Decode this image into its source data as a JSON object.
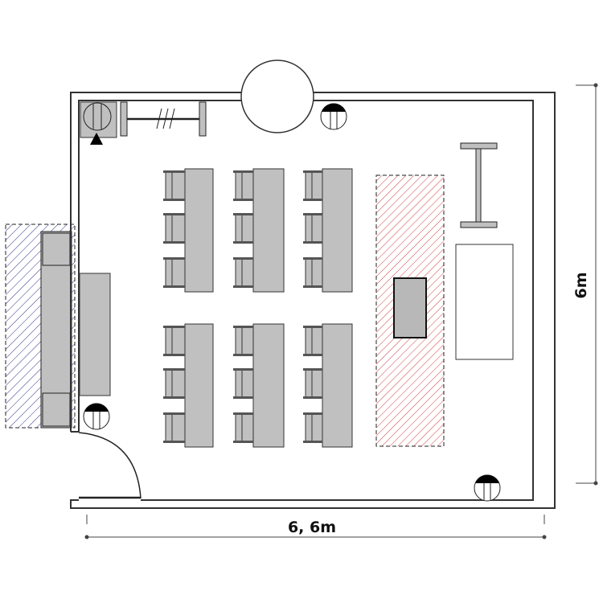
{
  "plan": {
    "width_label": "6, 6m",
    "height_label": "6m",
    "desk_groups": 6,
    "chairs_per_desk": 3,
    "colors": {
      "wall": "#333333",
      "furniture": "#c0c0c0",
      "red_hatch": "#d04040",
      "blue_hatch": "#30308a"
    }
  }
}
